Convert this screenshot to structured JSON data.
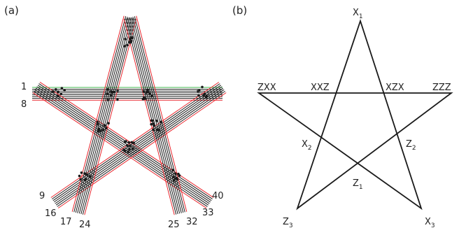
{
  "panel_a": {
    "label": "(a)",
    "line_numbers": [
      "1",
      "8",
      "9",
      "16",
      "17",
      "24",
      "25",
      "32",
      "33",
      "40"
    ],
    "colors": {
      "black": "#1a1a1a",
      "red": "#e8262d",
      "green": "#3cb44b"
    }
  },
  "panel_b": {
    "label": "(b)",
    "vertices": {
      "x1": {
        "main": "X",
        "sub": "1"
      },
      "z3": {
        "main": "Z",
        "sub": "3"
      },
      "x3": {
        "main": "X",
        "sub": "3"
      }
    },
    "top_labels": {
      "zxx": "ZXX",
      "xxz": "XXZ",
      "xzx": "XZX",
      "zzz": "ZZZ"
    },
    "inner": {
      "x2": {
        "main": "X",
        "sub": "2"
      },
      "z2": {
        "main": "Z",
        "sub": "2"
      },
      "z1": {
        "main": "Z",
        "sub": "1"
      }
    }
  }
}
